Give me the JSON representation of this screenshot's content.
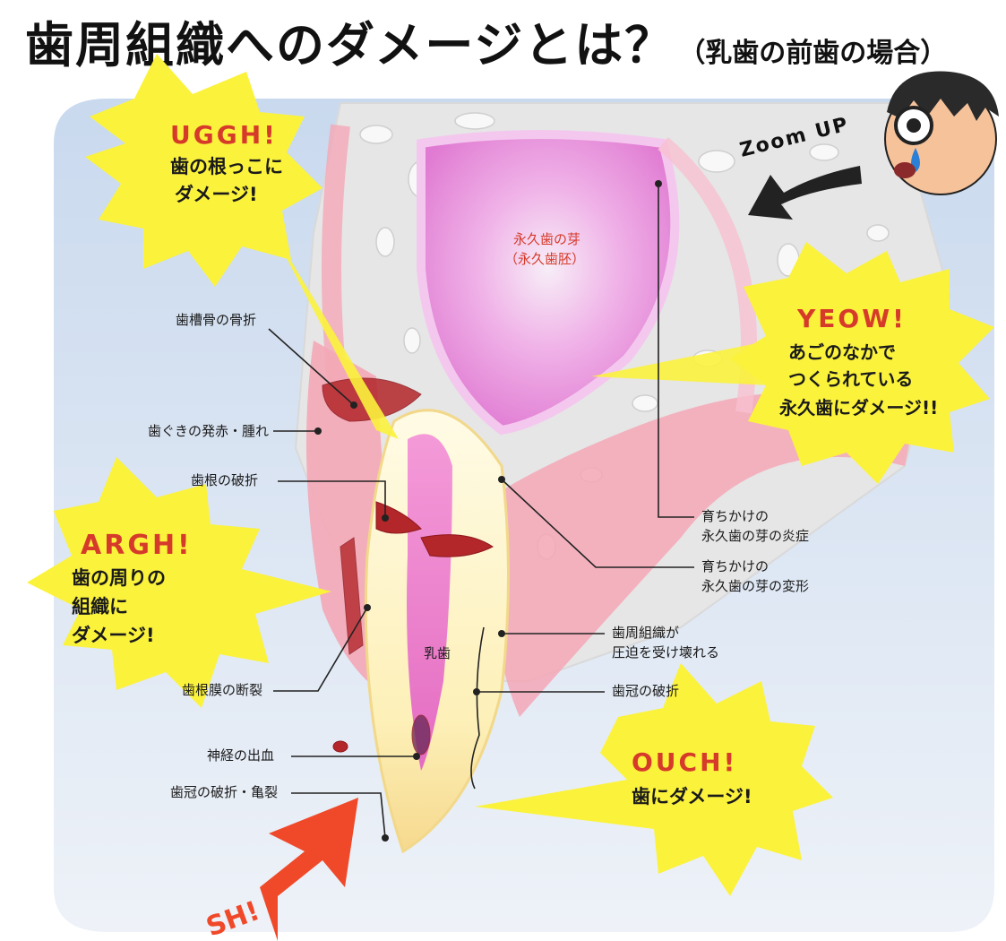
{
  "title": {
    "main": "歯周組織へのダメージとは？",
    "sub": "（乳歯の前歯の場合）"
  },
  "zoom_label": "Zoom UP",
  "impact_label": "SH!",
  "bubbles": {
    "uggh": {
      "exclaim": "UGGH!",
      "line1": "歯の根っこに",
      "line2": "ダメージ!"
    },
    "yeow": {
      "exclaim": "YEOW!",
      "line1": "あごのなかで",
      "line2": "つくられている",
      "line3": "永久歯にダメージ!!"
    },
    "argh": {
      "exclaim": "ARGH!",
      "line1": "歯の周りの",
      "line2": "組織に",
      "line3": "ダメージ!"
    },
    "ouch": {
      "exclaim": "OUCH!",
      "line1": "歯にダメージ!"
    }
  },
  "labels": {
    "permanent_bud_line1": "永久歯の芽",
    "permanent_bud_line2": "（永久歯胚）",
    "alveolar_fracture": "歯槽骨の骨折",
    "gum_inflammation": "歯ぐきの発赤・腫れ",
    "root_fracture": "歯根の破折",
    "ligament_tear": "歯根膜の断裂",
    "baby_tooth": "乳歯",
    "pulp_bleeding": "神経の出血",
    "crown_crack": "歯冠の破折・亀裂",
    "bud_inflammation_line1": "育ちかけの",
    "bud_inflammation_line2": "永久歯の芽の炎症",
    "bud_deformation_line1": "育ちかけの",
    "bud_deformation_line2": "永久歯の芽の変形",
    "periodontal_line1": "歯周組織が",
    "periodontal_line2": "圧迫を受け壊れる",
    "crown_fracture": "歯冠の破折"
  },
  "colors": {
    "bubble_fill": "#fbf23c",
    "exclaim_red": "#d63a2a",
    "impact_arrow": "#f0492a",
    "gum_pink": "#f4a7b6",
    "bud_magenta": "#e98fd9",
    "bone_grey": "#e3e3e3",
    "blood_red": "#b3262a",
    "tooth_cream": "#fdf3c4",
    "background_blue": "#d8e4f3"
  }
}
